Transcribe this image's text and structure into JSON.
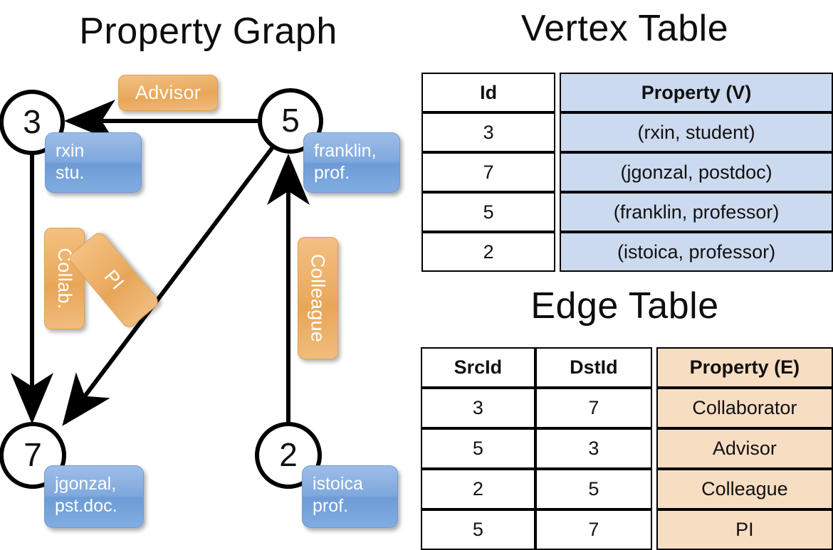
{
  "titles": {
    "property_graph": "Property Graph",
    "vertex_table": "Vertex Table",
    "edge_table": "Edge Table"
  },
  "graph": {
    "nodes": [
      {
        "id": "3",
        "prop_line1": "rxin",
        "prop_line2": "stu."
      },
      {
        "id": "5",
        "prop_line1": "franklin,",
        "prop_line2": "prof."
      },
      {
        "id": "7",
        "prop_line1": "jgonzal,",
        "prop_line2": "pst.doc."
      },
      {
        "id": "2",
        "prop_line1": "istoica",
        "prop_line2": "prof."
      }
    ],
    "edge_labels": [
      {
        "name": "advisor",
        "text": "Advisor"
      },
      {
        "name": "collab",
        "text": "Collab."
      },
      {
        "name": "pi",
        "text": "PI"
      },
      {
        "name": "colleague",
        "text": "Colleague"
      }
    ]
  },
  "vertex_table": {
    "headers": [
      "Id",
      "Property (V)"
    ],
    "rows": [
      {
        "id": "3",
        "property": "(rxin, student)"
      },
      {
        "id": "7",
        "property": "(jgonzal, postdoc)"
      },
      {
        "id": "5",
        "property": "(franklin, professor)"
      },
      {
        "id": "2",
        "property": "(istoica, professor)"
      }
    ]
  },
  "edge_table": {
    "headers": [
      "SrcId",
      "DstId",
      "Property (E)"
    ],
    "rows": [
      {
        "src": "3",
        "dst": "7",
        "property": "Collaborator"
      },
      {
        "src": "5",
        "dst": "3",
        "property": "Advisor"
      },
      {
        "src": "2",
        "dst": "5",
        "property": "Colleague"
      },
      {
        "src": "5",
        "dst": "7",
        "property": "PI"
      }
    ]
  },
  "colors": {
    "vertex_property_fill": "#ccdaf0",
    "edge_property_fill": "#f7ddc2",
    "callout_blue": "#7fa8dd",
    "callout_orange": "#eaa95f",
    "stroke": "#000000"
  }
}
